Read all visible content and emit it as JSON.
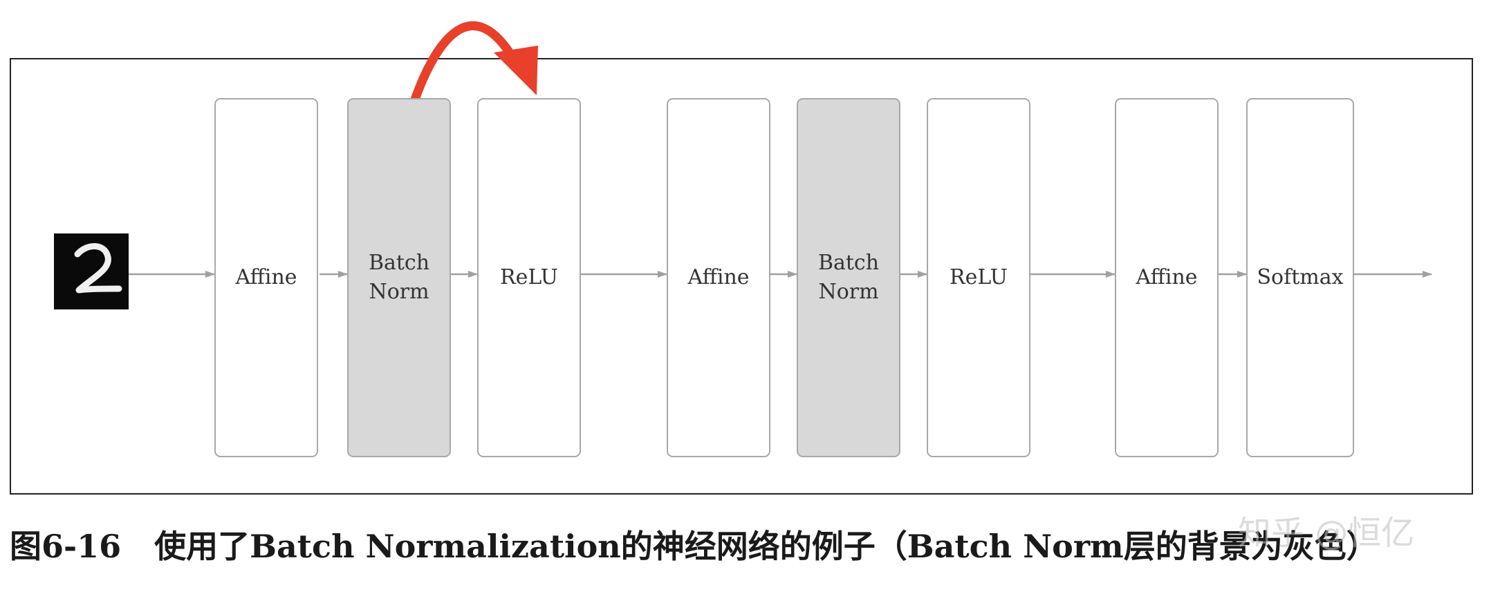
{
  "diagram": {
    "input": {
      "image": "handwritten digit two",
      "colors": {
        "background": "#0a0a0a",
        "stroke": "#f0f0f0"
      }
    },
    "blocks": [
      {
        "label": "Affine",
        "highlighted": false
      },
      {
        "label": "Batch\nNorm",
        "highlighted": true
      },
      {
        "label": "ReLU",
        "highlighted": false
      },
      {
        "label": "Affine",
        "highlighted": false
      },
      {
        "label": "Batch\nNorm",
        "highlighted": true
      },
      {
        "label": "ReLU",
        "highlighted": false
      },
      {
        "label": "Affine",
        "highlighted": false
      },
      {
        "label": "Softmax",
        "highlighted": false
      }
    ],
    "colors": {
      "block_border": "#a8a8a8",
      "batchnorm_fill": "#d8d8d8",
      "arrow": "#a0a0a0",
      "highlight_arrow": "#e8402a",
      "frame": "#222222"
    }
  },
  "caption": {
    "figure_number": "图6-16",
    "text": "使用了Batch Normalization的神经网络的例子（Batch Norm层的背景为灰色）"
  },
  "watermark": "知乎 @恒亿"
}
